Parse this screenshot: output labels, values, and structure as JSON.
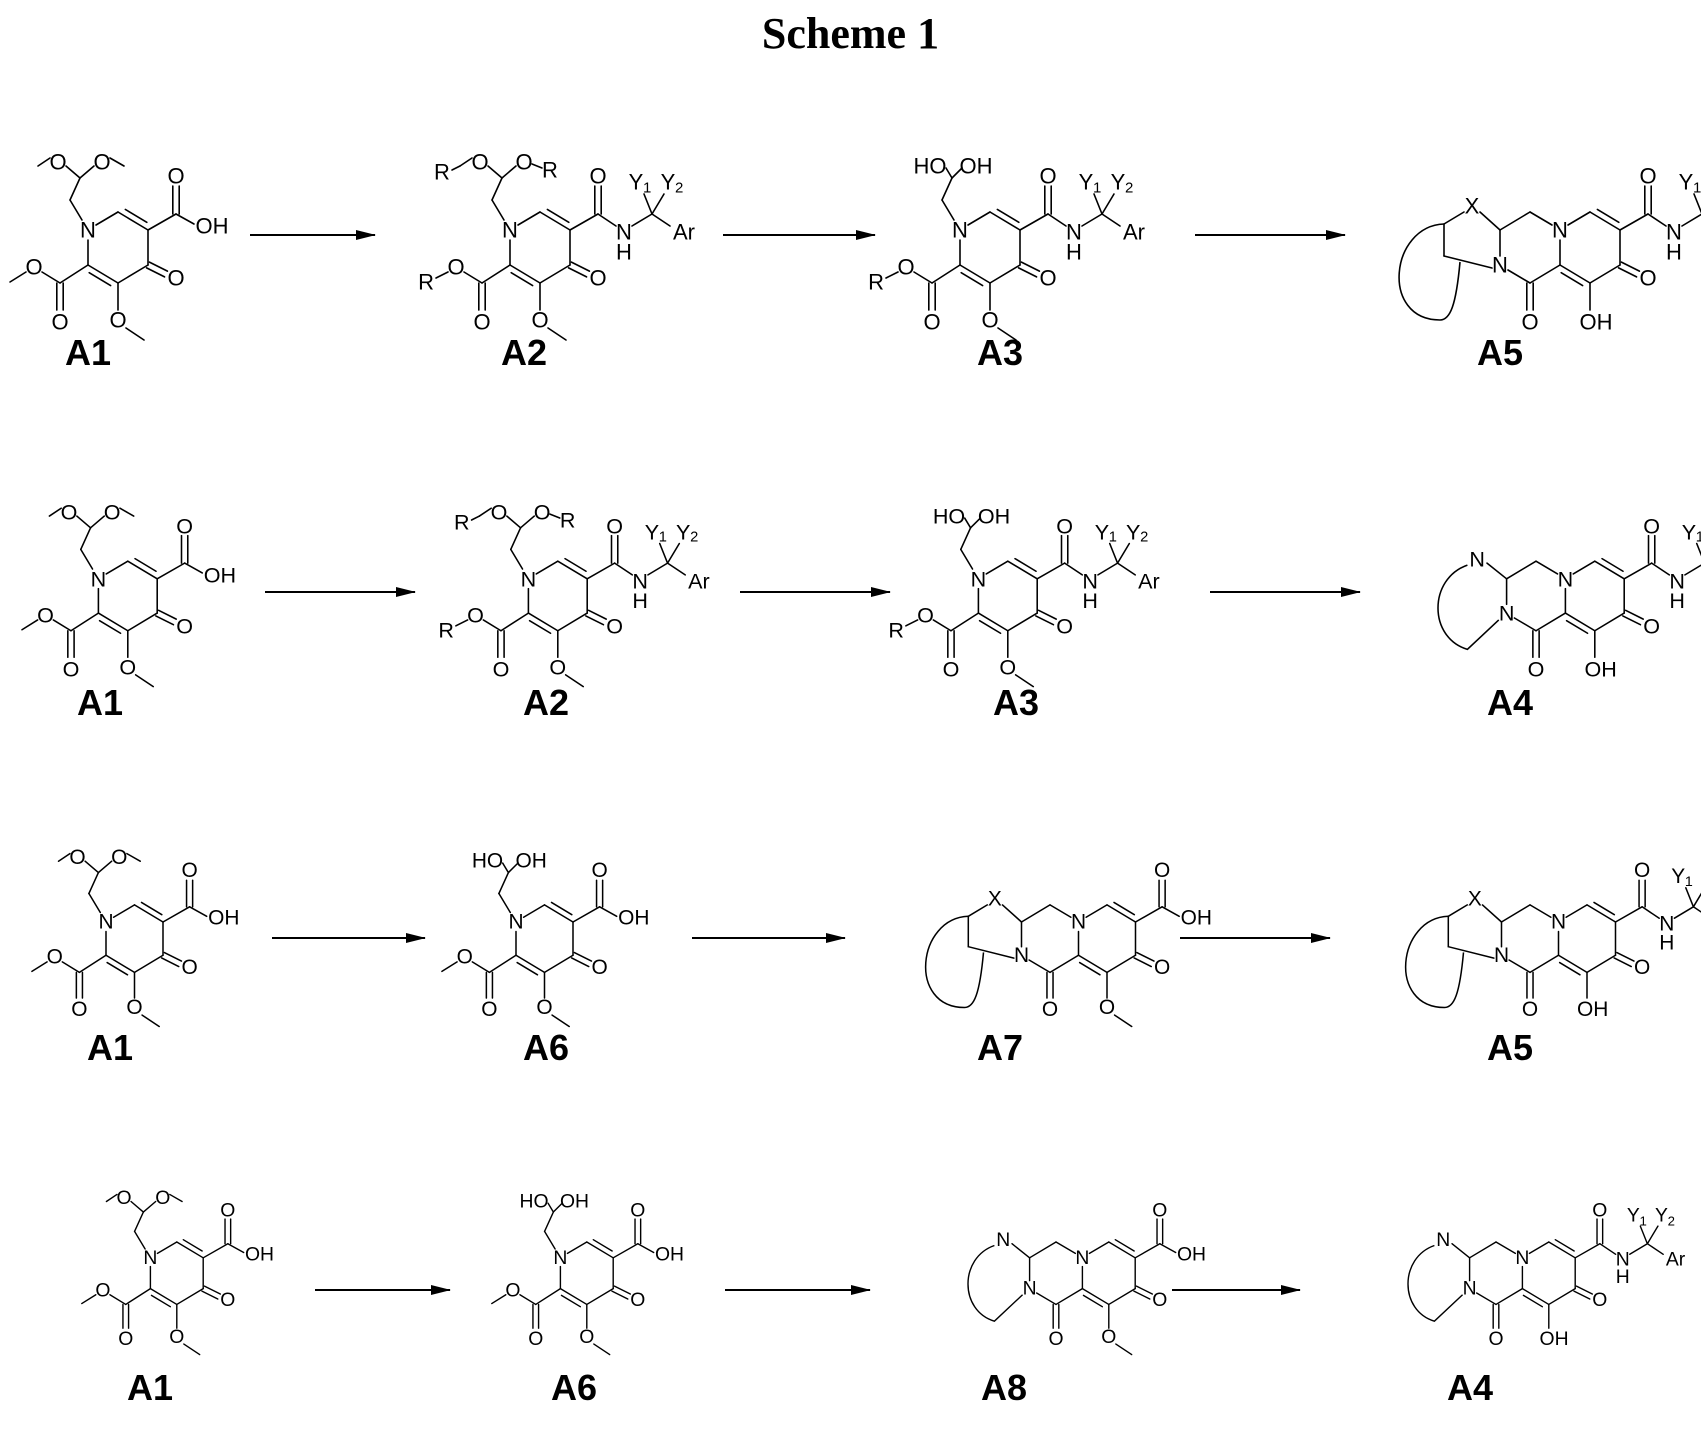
{
  "title": "Scheme 1",
  "rows": [
    {
      "compounds": [
        "A1",
        "A2",
        "A3",
        "A5"
      ]
    },
    {
      "compounds": [
        "A1",
        "A2",
        "A3",
        "A4"
      ]
    },
    {
      "compounds": [
        "A1",
        "A6",
        "A7",
        "A5"
      ]
    },
    {
      "compounds": [
        "A1",
        "A6",
        "A8",
        "A4"
      ]
    }
  ],
  "atoms": {
    "O": "O",
    "OH": "OH",
    "N": "N",
    "NH": "N",
    "H": "H",
    "R": "R",
    "Ar": "Ar",
    "X": "X",
    "HO": "HO",
    "Y": "Y",
    "Y1_sub": "1",
    "Y2_sub": "2"
  },
  "colors": {
    "ink": "#000000",
    "background": "#ffffff"
  }
}
